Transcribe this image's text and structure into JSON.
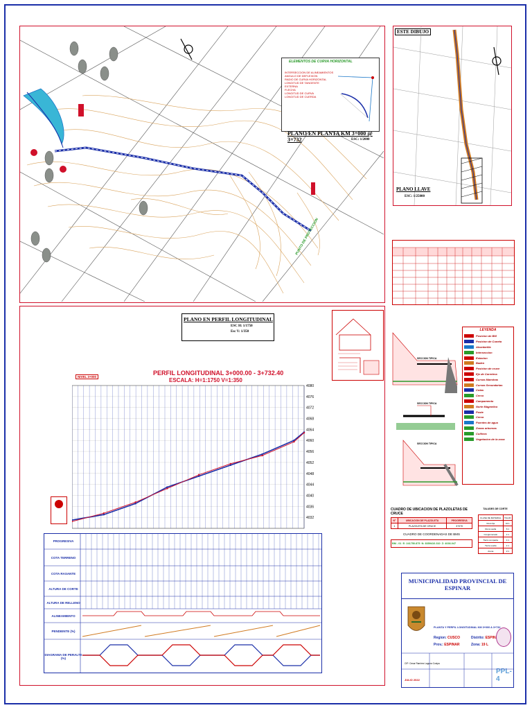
{
  "plan": {
    "title": "PLANO EN PLANTA KM 3+000 @ 3+732",
    "scale": "ESC: 1/2000",
    "curve_box_title": "ELEMENTOS DE CURVA HORIZONTAL",
    "curve_items": [
      "INTERSECCION DE ALINEAMIENTOS",
      "ANGULO DE DEFLEXION",
      "RADIO DE CURVA HORIZONTAL",
      "LONGITUD DE TANGENTE",
      "EXTERNA",
      "FLECHA",
      "LONGITUD DE CURVA",
      "LONGITUD DE CUERDA"
    ]
  },
  "key_map": {
    "badge": "ESTE DIBUJO",
    "title": "PLANO LLAVE",
    "scale": "ESC: 1/25000"
  },
  "profile": {
    "title": "PLANO EN PERFIL LONGITUDINAL",
    "scale_h": "ESC H: 1/1750",
    "scale_v": "Esc V: 1/350",
    "chart_title_1": "PERFIL LONGITUDINAL  3+000.00 - 3+732.40",
    "chart_title_2": "ESCALA: H=1:1750 V=1:350",
    "ref_tag": "NIVEL 3+000",
    "row_labels": [
      "PROGRESIVA",
      "COTA TERRENO",
      "COTA RASANTE",
      "ALTURA DE CORTE",
      "ALTURA DE RELLENO",
      "ALINEAMIENTO",
      "PENDIENTE (%)",
      "DIAGRAMA DE PERALTE (%)"
    ]
  },
  "chart_data": {
    "type": "line",
    "title": "PERFIL LONGITUDINAL  3+000.00 - 3+732.40",
    "subtitle": "ESCALA: H=1:1750 V=1:350",
    "xlabel": "PROGRESIVA",
    "ylabel": "",
    "ylim": [
      4028,
      4080
    ],
    "yticks": [
      4032,
      4036,
      4040,
      4044,
      4048,
      4052,
      4056,
      4060,
      4064,
      4068,
      4072,
      4076,
      4080
    ],
    "x": [
      3000,
      3100,
      3200,
      3300,
      3400,
      3500,
      3600,
      3700,
      3732
    ],
    "series": [
      {
        "name": "",
        "values": [
          4031,
          4033,
          4037,
          4043,
          4047,
          4051,
          4055,
          4060,
          4063
        ]
      },
      {
        "name": "",
        "values": [
          4030.5,
          4033.5,
          4037.5,
          4042.5,
          4047.5,
          4051.5,
          4054.5,
          4059.5,
          4062.8
        ]
      }
    ],
    "grid": true
  },
  "legend": {
    "title": "LEYENDA",
    "items": [
      "Posicion de BM",
      "Posicion de Cuneta",
      "Alcantarilla",
      "Interseccion",
      "Estacion",
      "Baden",
      "Posicion de cruce",
      "Eje de Carretera",
      "Curvas Maestras",
      "Curvas Secundarias",
      "Cotas",
      "Cerco",
      "Campamento",
      "Norte Magnetico",
      "Poste",
      "Cerca",
      "Puentes de agua",
      "Zonas arboreas",
      "Cultivos",
      "Vegetacion de la zona"
    ]
  },
  "sections": {
    "labels": [
      "SECCION TIPICA",
      "SECCION TIPICA",
      "SECCION TIPICA"
    ]
  },
  "crossing_table": {
    "title": "CUADRO DE UBICACION DE PLAZOLETAS DE CRUCE",
    "headers": [
      "N°",
      "UBICACION DE PLAZOLETA",
      "PROGRESIVA"
    ],
    "rows": [
      [
        "1",
        "PLAZOLETA DE CRUCE",
        "3+070"
      ]
    ]
  },
  "bm_table": {
    "title": "CUADRO DE COORDENADAS DE BMS",
    "row": [
      "BM - 01",
      "E: 241750.875",
      "N: 8359410.310",
      "Z: 4036.047"
    ]
  },
  "cut_table": {
    "title": "TALUDES DE CORTE",
    "headers": [
      "CLASE DE MATERIAL",
      "TALUD"
    ],
    "rows": [
      [
        "Roca fija",
        "10:1"
      ],
      [
        "Roca suelta",
        "6:1"
      ],
      [
        "Conglomerado",
        "1:1"
      ],
      [
        "Tierra compacta",
        "1:1"
      ],
      [
        "Tierra suelta",
        "1:1"
      ],
      [
        "Arena",
        "2:1"
      ]
    ]
  },
  "title_block": {
    "org": "MUNICIPALIDAD PROVINCIAL DE ESPINAR",
    "sheet_title": "PLANTA Y PERFIL LONGITUDINAL KM 3+000 A 3+732",
    "region_label": "Region:",
    "region_value": "CUSCO",
    "district_label": "Distrito:",
    "district_value": "ESPINAR",
    "province_label": "Prov.:",
    "province_value": "ESPINAR",
    "zone_label": "Zona:",
    "zone_value": "19 L",
    "date": "JULIO 2022",
    "sheet_code": "PPL-4",
    "designer": "CIP: Cesar Ramirez Laguna Cusipa"
  }
}
